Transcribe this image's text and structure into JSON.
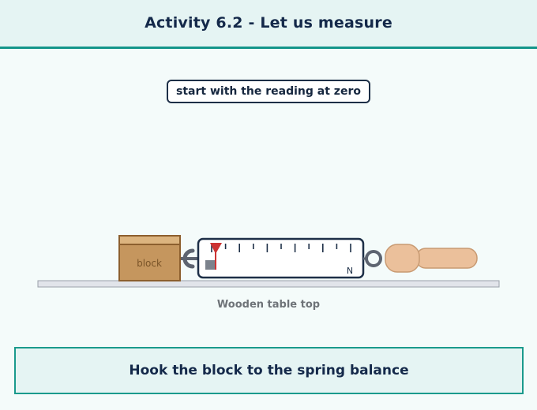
{
  "header": {
    "title": "Activity 6.2 - Let us measure"
  },
  "instruction": {
    "text": "start with the reading at zero"
  },
  "scene": {
    "block_label": "block",
    "unit_label": "N",
    "table_label": "Wooden table top",
    "reading": 0,
    "colors": {
      "block": "#c5965e",
      "block_top": "#dcb47f",
      "block_border": "#8c5f2e",
      "pointer": "#cc3333",
      "hook": "#5d6470",
      "hand": "#ebc09b",
      "hand_border": "#c89a72",
      "table": "#e1e4ea"
    }
  },
  "footer": {
    "step_text": "Hook the block to the spring balance"
  }
}
